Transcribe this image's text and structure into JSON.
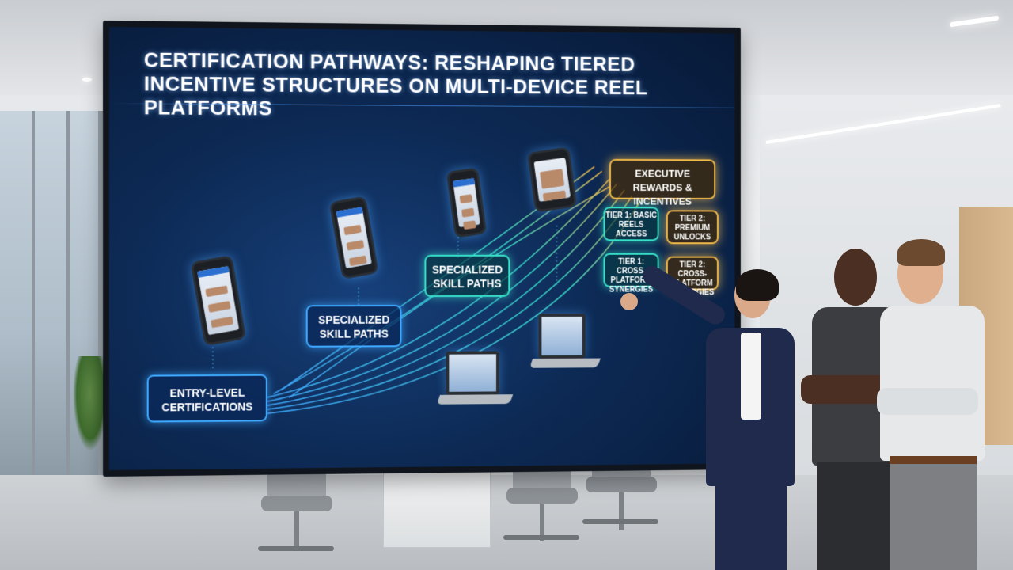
{
  "screen": {
    "title": "Certification Pathways: Reshaping Tiered Incentive Structures on Multi-Device Reel Platforms",
    "nodes": {
      "entry": "Entry-Level Certifications",
      "skill_a": "Specialized Skill Paths",
      "skill_b": "Specialized Skill Paths",
      "executive": "Executive Rewards & Incentives",
      "tier1_top": "Tier 1: Basic Reels Access",
      "tier2_top": "Tier 2: Premium Unlocks",
      "tier1_bottom": "Tier 1: Cross-Platform Synergies",
      "tier2_bottom": "Tier 2: Cross-Platform Synergies"
    }
  },
  "colors": {
    "screen_bg": "#0d2a55",
    "node_blue": "#3fa9ff",
    "node_teal": "#38e0c9",
    "node_gold": "#f0b94a",
    "path_glow": "#4fc3ff"
  }
}
